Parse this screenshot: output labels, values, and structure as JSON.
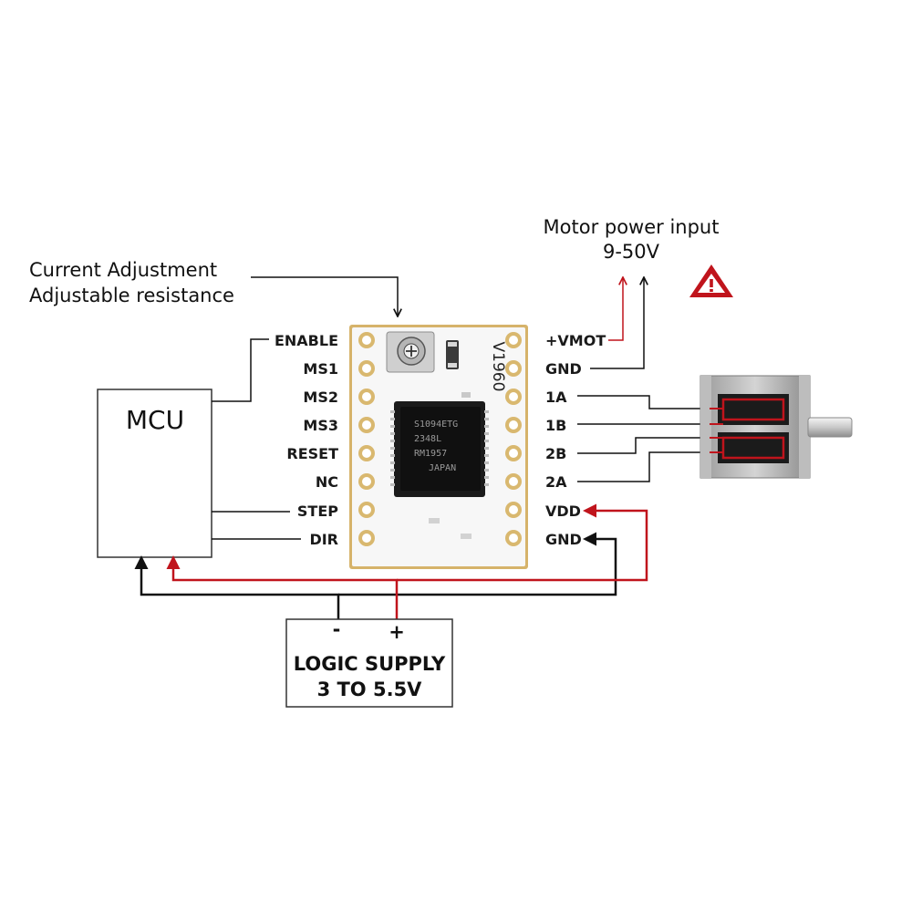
{
  "callouts": {
    "current_line1": "Current Adjustment",
    "current_line2": "Adjustable resistance",
    "motor_power_line1": "Motor power input",
    "motor_power_line2": "9-50V"
  },
  "mcu": {
    "label": "MCU"
  },
  "left_pins": [
    "ENABLE",
    "MS1",
    "MS2",
    "MS3",
    "RESET",
    "NC",
    "STEP",
    "DIR"
  ],
  "right_pins": [
    "+VMOT",
    "GND",
    "1A",
    "1B",
    "2B",
    "2A",
    "VDD",
    "GND"
  ],
  "board": {
    "model": "V1960",
    "chip_lines": [
      "S1094ETG",
      "2348L",
      "RM1957",
      "JAPAN"
    ]
  },
  "logic_supply": {
    "line1": "LOGIC SUPPLY",
    "line2": "3 TO 5.5V",
    "minus": "-",
    "plus": "+"
  },
  "colors": {
    "power_wire": "#c0141c",
    "signal_wire": "#111111",
    "warning": "#c0141c"
  },
  "icons": [
    "warning-icon",
    "trimmer-potentiometer-icon",
    "stepper-motor-icon"
  ]
}
